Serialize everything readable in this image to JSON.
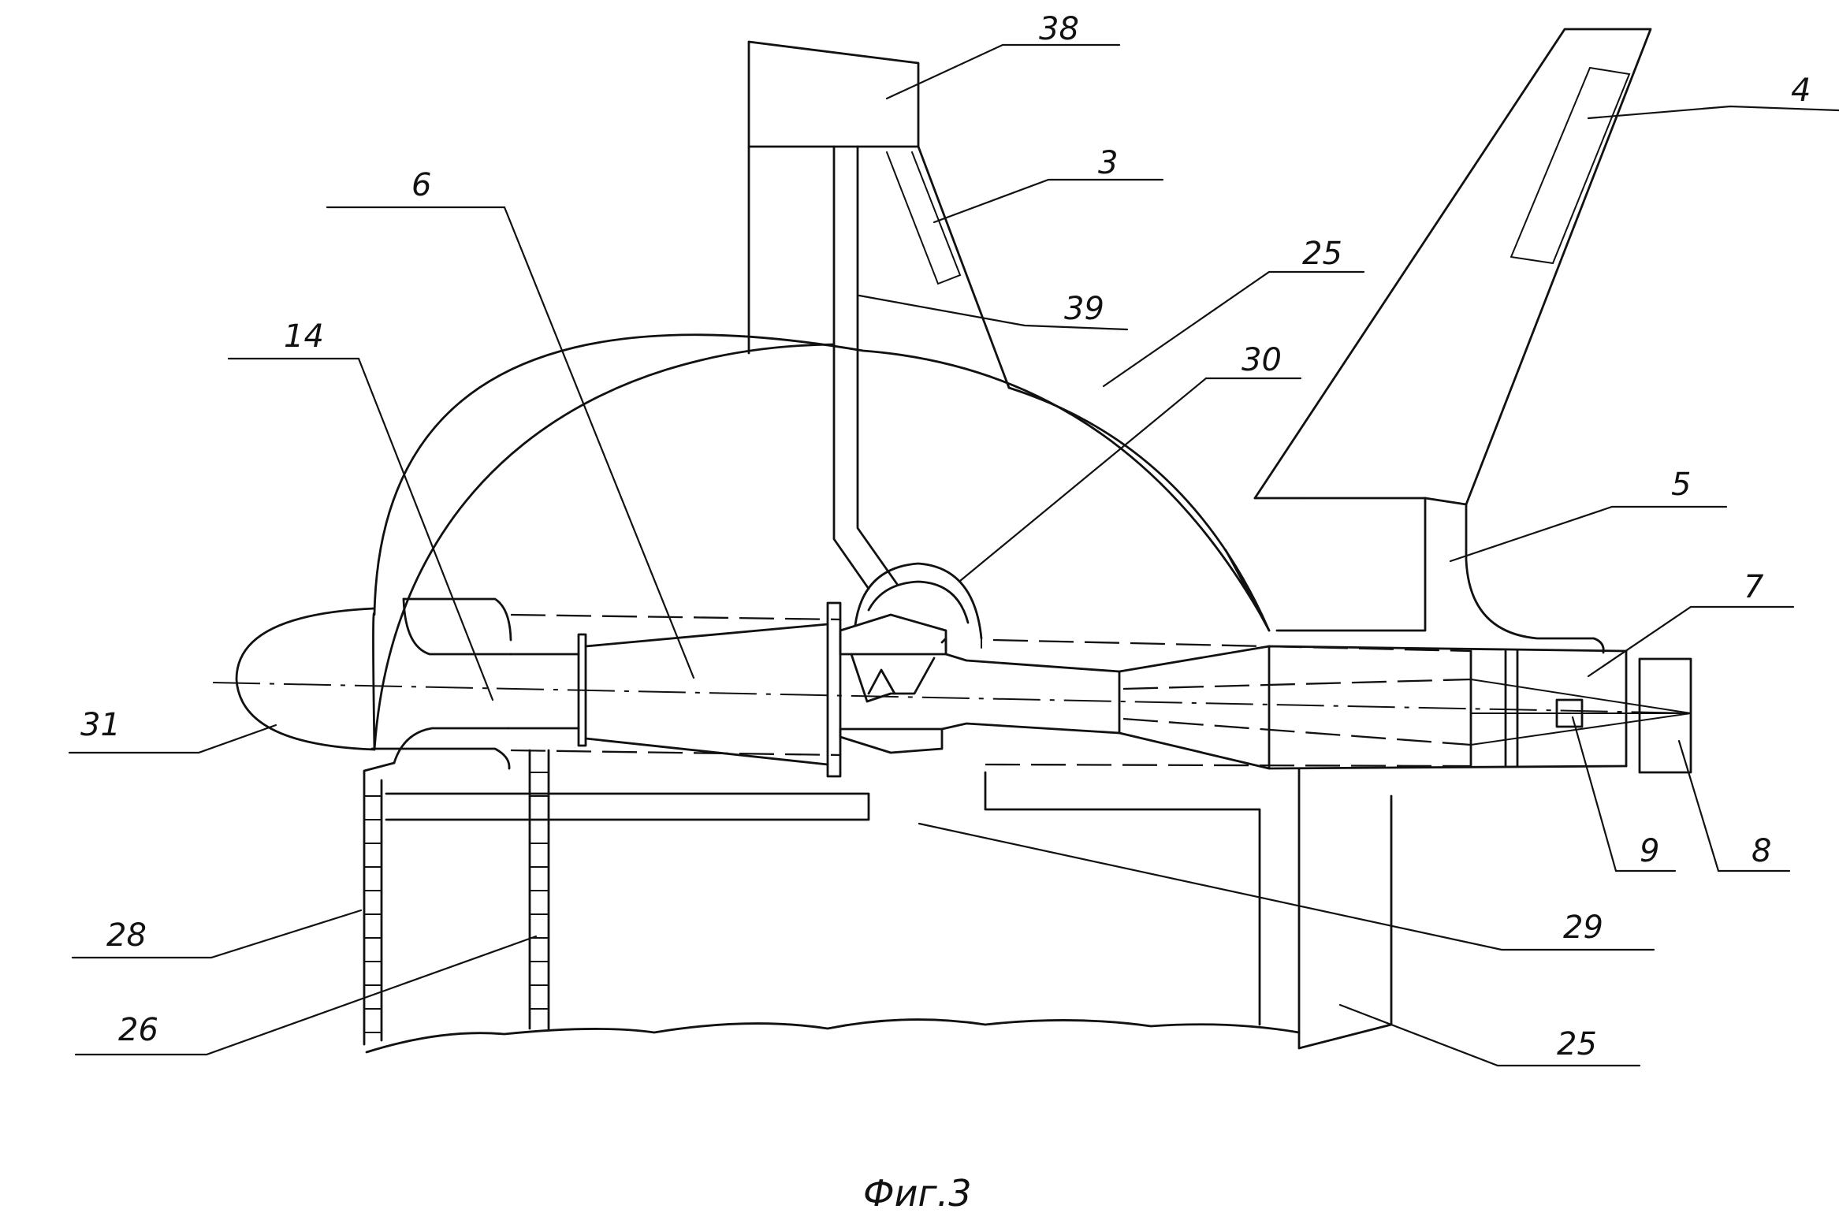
{
  "labels": {
    "l38": "38",
    "l4": "4",
    "l3": "3",
    "l6": "6",
    "l25_top": "25",
    "l39": "39",
    "l14": "14",
    "l30": "30",
    "l5": "5",
    "l7": "7",
    "l31": "31",
    "l9": "9",
    "l8": "8",
    "l28": "28",
    "l29": "29",
    "l26": "26",
    "l25_bottom": "25"
  },
  "caption": "Фиг.3"
}
